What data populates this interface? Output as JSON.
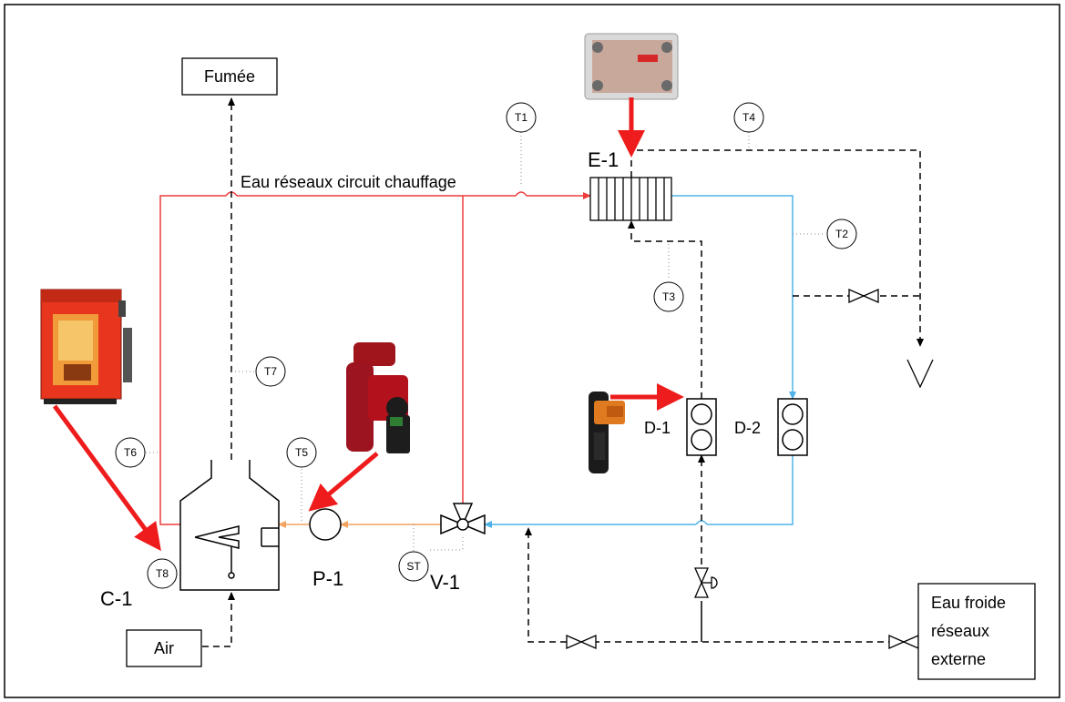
{
  "labels": {
    "fumee": "Fumée",
    "air": "Air",
    "eau_froide_1": "Eau froide",
    "eau_froide_2": "réseaux",
    "eau_froide_3": "externe",
    "eau_reseaux": "Eau réseaux circuit chauffage",
    "c1": "C-1",
    "p1": "P-1",
    "v1": "V-1",
    "e1": "E-1",
    "d1": "D-1",
    "d2": "D-2"
  },
  "sensors": {
    "t1": "T1",
    "t2": "T2",
    "t3": "T3",
    "t4": "T4",
    "t5": "T5",
    "t6": "T6",
    "t7": "T7",
    "t8": "T8",
    "st": "ST"
  },
  "colors": {
    "hot_water": "#ee3b3b",
    "cold_water": "#4fb3e8",
    "pump_line": "#f4a460",
    "arrow": "#ee1c1c",
    "line": "#000000"
  },
  "icons": {
    "boiler": "boiler-photo-icon",
    "pump": "circulator-pump-photo-icon",
    "exchanger": "plate-heat-exchanger-photo-icon",
    "meter": "flow-meter-photo-icon"
  }
}
